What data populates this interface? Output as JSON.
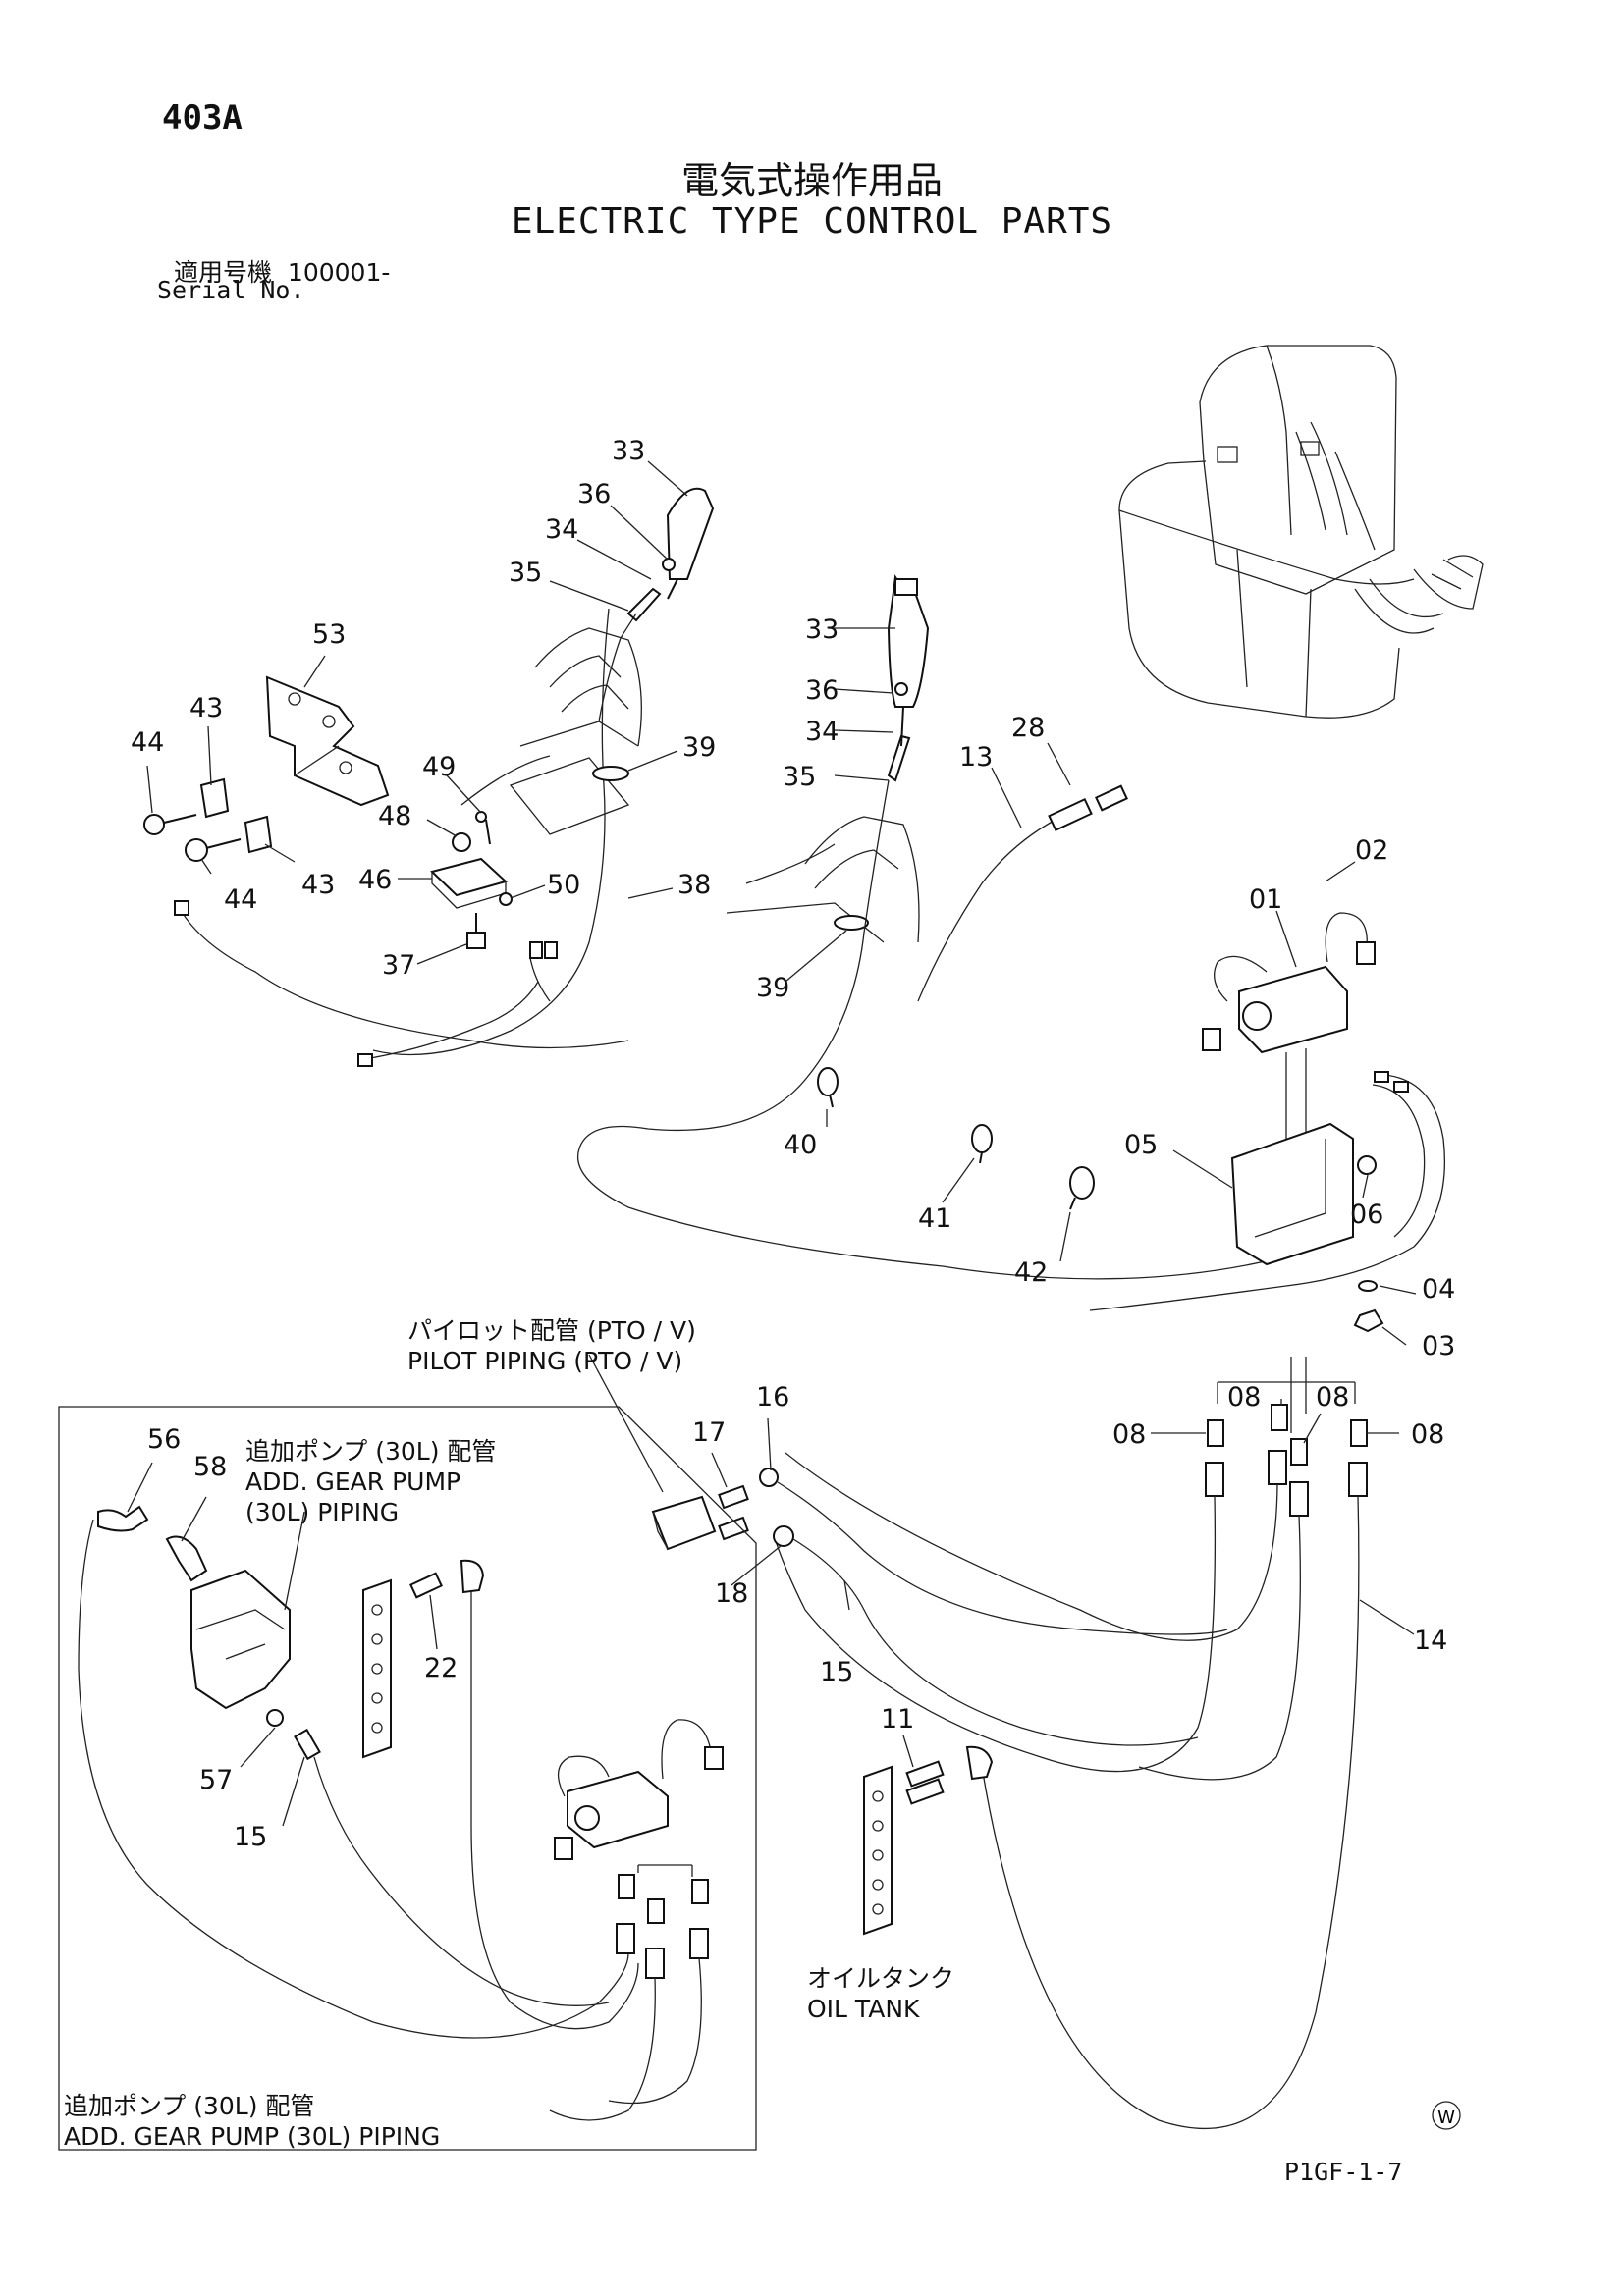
{
  "header": {
    "page_number": "403A",
    "title_jp": "電気式操作用品",
    "title_en": "ELECTRIC TYPE CONTROL PARTS",
    "serial_label_jp": "適用号機",
    "serial_value": "100001-",
    "serial_label_en": "Serial No."
  },
  "notes": {
    "pilot_piping_jp": "パイロット配管 (PTO / V)",
    "pilot_piping_en": "PILOT PIPING (PTO / V)",
    "add_pump_top_jp": "追加ポンプ (30L) 配管",
    "add_pump_top_en_1": "ADD. GEAR PUMP",
    "add_pump_top_en_2": "(30L) PIPING",
    "oil_tank_jp": "オイルタンク",
    "oil_tank_en": "OIL TANK",
    "add_pump_bottom_jp": "追加ポンプ (30L) 配管",
    "add_pump_bottom_en": "ADD. GEAR PUMP (30L) PIPING"
  },
  "callouts": [
    "33",
    "36",
    "34",
    "35",
    "53",
    "43",
    "44",
    "49",
    "39",
    "48",
    "46",
    "50",
    "38",
    "43",
    "44",
    "37",
    "33",
    "36",
    "34",
    "35",
    "28",
    "13",
    "39",
    "02",
    "01",
    "40",
    "05",
    "41",
    "06",
    "42",
    "04",
    "03",
    "16",
    "17",
    "08",
    "08",
    "08",
    "08",
    "56",
    "58",
    "18",
    "14",
    "22",
    "15",
    "11",
    "57",
    "15"
  ],
  "footer": {
    "watermark_symbol": "W",
    "drawing_code": "P1GF-1-7"
  }
}
